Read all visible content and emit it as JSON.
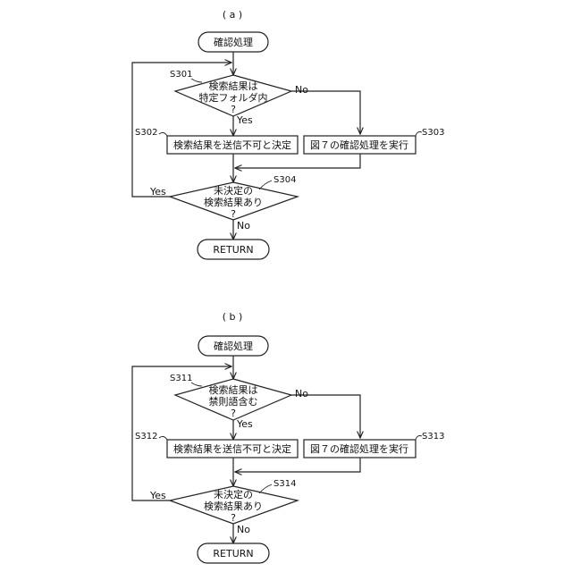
{
  "figures": [
    {
      "label": "( a )",
      "start": "確認処理",
      "decision1": {
        "step": "S301",
        "lines": [
          "検索結果は",
          "特定フォルダ内",
          "?"
        ],
        "yes": "Yes",
        "no": "No"
      },
      "box_left": {
        "step": "S302",
        "text": "検索結果を送信不可と決定"
      },
      "box_right": {
        "step": "S303",
        "text": "図７の確認処理を実行"
      },
      "decision2": {
        "step": "S304",
        "lines": [
          "未決定の",
          "検索結果あり",
          "?"
        ],
        "yes": "Yes",
        "no": "No"
      },
      "end": "RETURN"
    },
    {
      "label": "( b )",
      "start": "確認処理",
      "decision1": {
        "step": "S311",
        "lines": [
          "検索結果は",
          "禁則語含む",
          "?"
        ],
        "yes": "Yes",
        "no": "No"
      },
      "box_left": {
        "step": "S312",
        "text": "検索結果を送信不可と決定"
      },
      "box_right": {
        "step": "S313",
        "text": "図７の確認処理を実行"
      },
      "decision2": {
        "step": "S314",
        "lines": [
          "未決定の",
          "検索結果あり",
          "?"
        ],
        "yes": "Yes",
        "no": "No"
      },
      "end": "RETURN"
    }
  ]
}
